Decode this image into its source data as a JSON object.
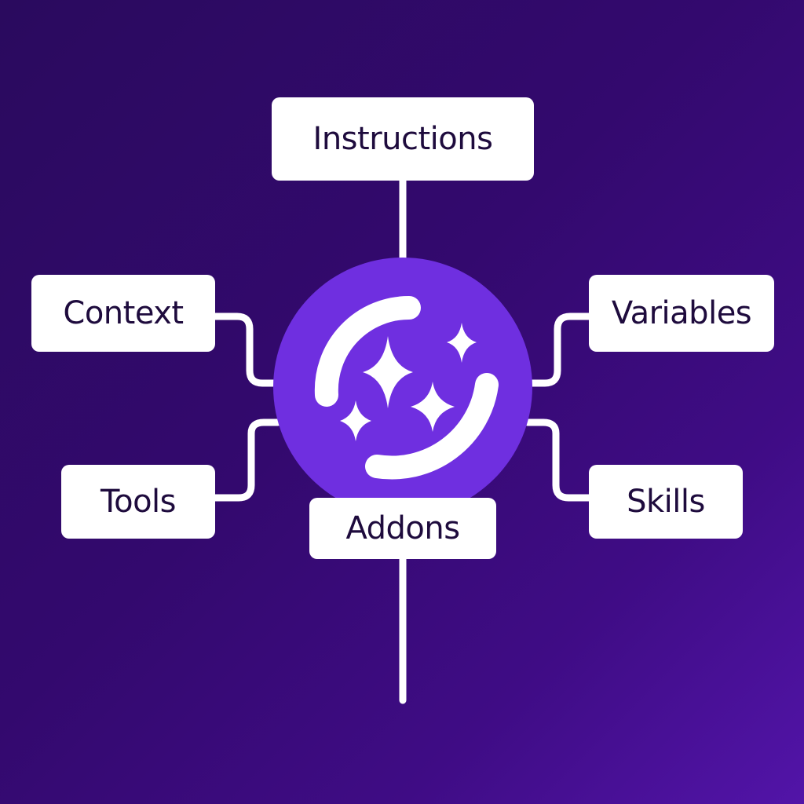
{
  "diagram": {
    "colors": {
      "background_start": "#2a0a5e",
      "background_end": "#5214a8",
      "hub": "#6f2fe0",
      "node_fill": "#ffffff",
      "node_text": "#1e0b3d",
      "connector": "#ffffff"
    },
    "hub": {
      "icon": "sparkles-orbit-icon"
    },
    "nodes": {
      "instructions": {
        "label": "Instructions"
      },
      "context": {
        "label": "Context"
      },
      "variables": {
        "label": "Variables"
      },
      "tools": {
        "label": "Tools"
      },
      "skills": {
        "label": "Skills"
      },
      "addons": {
        "label": "Addons"
      }
    }
  }
}
